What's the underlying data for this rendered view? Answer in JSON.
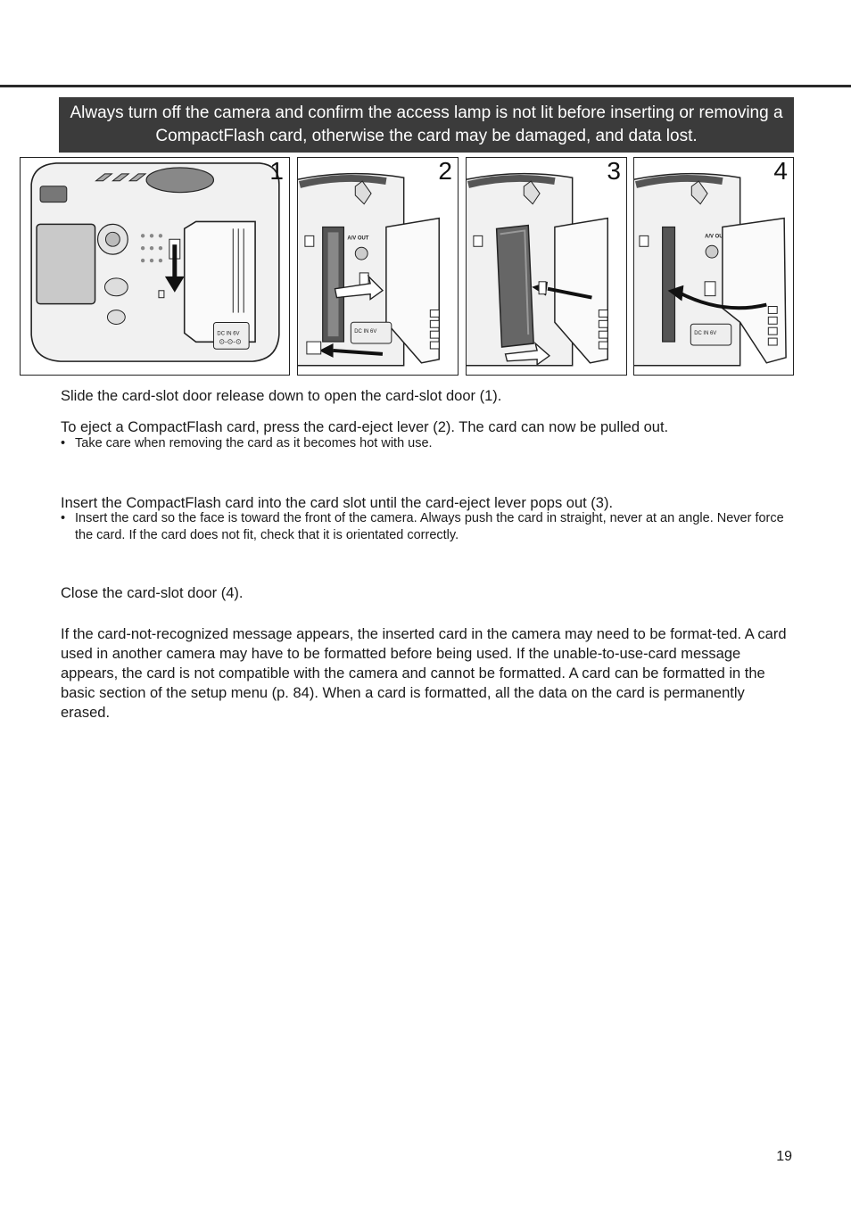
{
  "warning": "Always turn off the camera and confirm the access lamp is not lit before inserting or removing a CompactFlash card, otherwise the card may be damaged, and data lost.",
  "figures": [
    {
      "number": "1",
      "label_dc": "DC IN 6V"
    },
    {
      "number": "2",
      "label_av": "A/V OUT",
      "label_dc": "DC IN 6V"
    },
    {
      "number": "3"
    },
    {
      "number": "4",
      "label_av": "A/V OUT",
      "label_dc": "DC IN 6V"
    }
  ],
  "paragraphs": {
    "p1": "Slide the card-slot door release down to open the card-slot door (1).",
    "p2": "To eject a CompactFlash card, press the card-eject lever (2). The card can now be pulled out.",
    "b1": "Take care when removing the card as it becomes hot with use.",
    "p3": "Insert the CompactFlash card into the card slot until the card-eject lever pops out (3).",
    "b2": "Insert the card so the face is toward the front of the camera. Always push the card in straight, never at an angle. Never force the card. If the card does not fit, check that it is orientated correctly.",
    "p4": "Close the card-slot door (4).",
    "p5": "If the card-not-recognized message appears, the inserted card in the camera may need to be format-ted.  A card used in another camera may have to be formatted before being used. If the unable-to-use-card message appears, the card is not compatible with the camera and cannot be formatted. A card can be formatted in the basic section of the setup menu (p. 84). When a card is formatted, all the data on the card is permanently erased."
  },
  "bullet_symbol": "•",
  "page_number": "19"
}
